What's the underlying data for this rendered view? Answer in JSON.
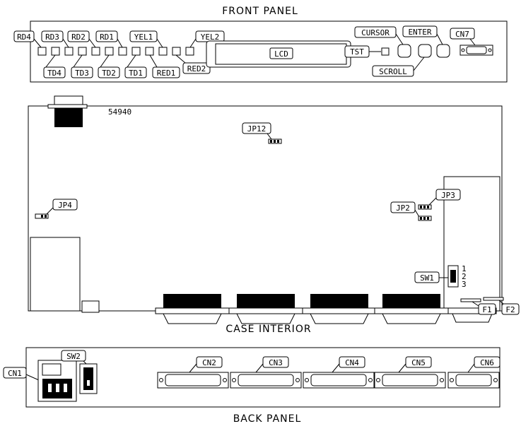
{
  "titles": {
    "front": "FRONT PANEL",
    "interior": "CASE INTERIOR",
    "back": "BACK PANEL"
  },
  "front": {
    "leds_top": [
      "RD4",
      "RD3",
      "RD2",
      "RD1",
      "YEL1",
      "YEL2"
    ],
    "leds_bottom": [
      "TD4",
      "TD3",
      "TD2",
      "TD1",
      "RED1",
      "RED2"
    ],
    "lcd": "LCD",
    "tst": "TST",
    "cursor": "CURSOR",
    "enter": "ENTER",
    "scroll": "SCROLL",
    "cn7": "CN7"
  },
  "interior": {
    "board_number": "54940",
    "jp12": "JP12",
    "jp4": "JP4",
    "jp2": "JP2",
    "jp3": "JP3",
    "sw1": "SW1",
    "sw1_positions": [
      "1",
      "2",
      "3"
    ],
    "f1": "F1",
    "f2": "F2"
  },
  "back": {
    "cn1": "CN1",
    "sw2": "SW2",
    "cn2": "CN2",
    "cn3": "CN3",
    "cn4": "CN4",
    "cn5": "CN5",
    "cn6": "CN6"
  }
}
